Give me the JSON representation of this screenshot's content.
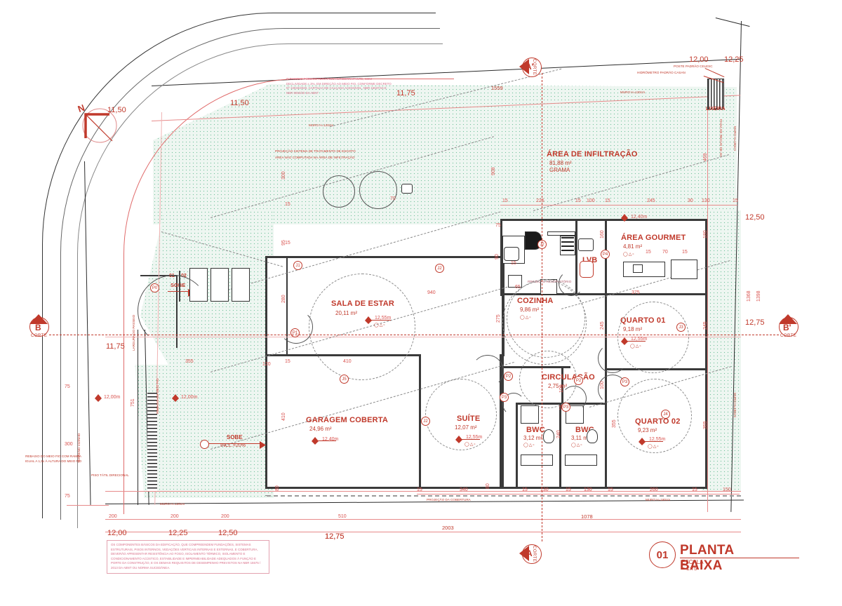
{
  "sheet": {
    "title_number": "01",
    "title": "PLANTA BAIXA",
    "scale": "ESCALA = 1:75",
    "north_label": "N"
  },
  "rooms": [
    {
      "name": "ÁREA DE INFILTRAÇÃO",
      "area": "81,88 m²",
      "extra": "GRAMA"
    },
    {
      "name": "ÁREA GOURMET",
      "area": "4,81 m²",
      "elev": ""
    },
    {
      "name": "COZINHA",
      "area": "9,86 m²"
    },
    {
      "name": "SALA DE ESTAR",
      "area": "20,11 m²",
      "elev": "12,55m"
    },
    {
      "name": "QUARTO 01",
      "area": "9,18 m²",
      "elev": "12,55m"
    },
    {
      "name": "QUARTO 02",
      "area": "9,23 m²",
      "elev": "12,55m"
    },
    {
      "name": "CIRCULAÇÃO",
      "area": "2,75 m²"
    },
    {
      "name": "SUÍTE",
      "area": "12,07 m²",
      "elev": "12,55m"
    },
    {
      "name": "BWC",
      "area": "3,12 m²"
    },
    {
      "name": "BWC",
      "area": "3,11 m²"
    },
    {
      "name": "GARAGEM COBERTA",
      "area": "24,96 m²",
      "elev": "12,40m"
    },
    {
      "name": "LVB",
      "area": ""
    }
  ],
  "labels": {
    "lvb": "LVB",
    "sobe_steps": "SOBE",
    "step_01": "01",
    "step_02": "02",
    "sobe_ramp": "SOBE",
    "ramp_incl": "INCL.=20%",
    "lixeira": "LIXEIRA",
    "correio": "CORREIO",
    "poste": "POSTE PADRÃO CELESC",
    "hidrometro": "HIDRÔMETRO PADRÃO CASAN",
    "muro120_a": "MURO H=120cm",
    "muro120_b": "MURO H=120cm",
    "muro120_c": "MURO H=120cm",
    "muro180_a": "MURO H=180cm",
    "muro180_b": "MURO H=180cm",
    "muro180_c": "MURO H=180cm",
    "projecao_cobertura": "PROJEÇÃO DA COBERTURA",
    "projecao_reservatorio": "PROJEÇÃO RESERVATÓRIO",
    "projecao_esgoto_1": "PROJEÇÃO SISTEMA DE TRATAMENTO DE ESGOTO",
    "projecao_esgoto_2": "ÁREA NÃO COMPUTADA NA ÁREA DE INFILTRAÇÃO",
    "piso_tatil": "PISO TÁTIL DIRECIONAL",
    "rebaixo_meio_fio_v": "REBAIXO DO MEIO FIO",
    "terreno_vizinho": "TERRENO VIZINHO",
    "largura_passeio": "LARGURA DO PASSEIO",
    "eixo_rua": "EIXO DA RUA",
    "faixa_recuo": "FAIXA DE RECUO DE 4m"
  },
  "notes": {
    "sidewalk": "O PASSEIO PÚBLICO TERÁ PISO ANTIDERRAPANTE, COM DECLIVIDADE ≤ 3%, EM DIREÇÃO AO MEIO FIO, CONFORME DECRETO Nº 13033/2020, CARTILHA DE CALÇADA ACESSÍVEL, NBR 16537/16 E NBR 9050/20 DA ABNT",
    "rebaixo": "REBAIXO DO MEIO FIO COM RAMPA IGUAL A 1,5x À ALTURA DO MEIO FIO",
    "performance": "OS COMPONENTES BÁSICOS DA EDIFICAÇÃO, QUE COMPREENDEM FUNDAÇÕES, SISTEMAS ESTRUTURAIS, PISOS INTERNOS, VEDAÇÕES VERTICAIS INTERNAS E EXTERNAS, E COBERTURA, DEVERÃO APRESENTAR RESISTÊNCIA AO FOGO, ISOLAMENTO TÉRMICO, ISOLAMENTO E CONDICIONAMENTO ACÚSTICO, ESTABILIDADE E IMPERMEABILIDADE ADEQUADOS À FUNÇÃO E PORTE DA CONSTRUÇÃO, E OS DEMAIS REQUISITOS DE DESEMPENHO PREVISTOS NA NBR 15575 / 2013 DA ABNT OU NORMA SUCEDÂNEA."
  },
  "sections": [
    {
      "id": "A",
      "label": "CORTE"
    },
    {
      "id": "A'",
      "label": "CORTE"
    },
    {
      "id": "B",
      "label": "CORTE"
    },
    {
      "id": "B'",
      "label": "CORTE"
    }
  ],
  "elevations": {
    "top_right_1": "12,00",
    "top_right_2": "12,25",
    "right_1": "12,50",
    "right_2": "12,75",
    "left_1": "11,50",
    "left_2": "11,50",
    "left_3": "11,75",
    "left_4": "11,75",
    "top_1": "11,75",
    "bottom_1": "12,00",
    "bottom_2": "12,25",
    "bottom_3": "12,50",
    "bottom_4": "12,75",
    "spot_garage": "12,40m",
    "spot_sala": "12,55m",
    "spot_q1": "12,55m",
    "spot_q2": "12,55m",
    "spot_suite": "12,55m",
    "spot_gourmet": "12,40m",
    "spot_street_1": "12,00m",
    "spot_street_2": "12,00m"
  },
  "dimensions": {
    "top_chain": [
      "1559"
    ],
    "top_house": [
      "15",
      "225",
      "15",
      "100",
      "15",
      "245",
      "30",
      "130",
      "15"
    ],
    "bottom_house": [
      "15",
      "340",
      "80",
      "15",
      "130",
      "15",
      "130",
      "15",
      "260",
      "15",
      "150"
    ],
    "bottom_chain": [
      "200",
      "200",
      "200",
      "510",
      "12,75"
    ],
    "bottom_total": "2003",
    "bottom_sub": "1078",
    "left_chain": [
      "75",
      "300",
      "75"
    ],
    "left_house": [
      "355",
      "120",
      "410",
      "80"
    ],
    "right_house": [
      "160",
      "180",
      "245",
      "355"
    ],
    "right_total": [
      "1368",
      "1398"
    ],
    "inner": [
      "940",
      "375",
      "410",
      "280",
      "275",
      "510",
      "340",
      "245",
      "100",
      "65",
      "160",
      "240",
      "90",
      "95",
      "300",
      "90",
      "751",
      "469",
      "908",
      "225",
      "100",
      "130",
      "260",
      "150",
      "70",
      "15"
    ],
    "misc_top": [
      "15",
      "75",
      "160"
    ]
  }
}
